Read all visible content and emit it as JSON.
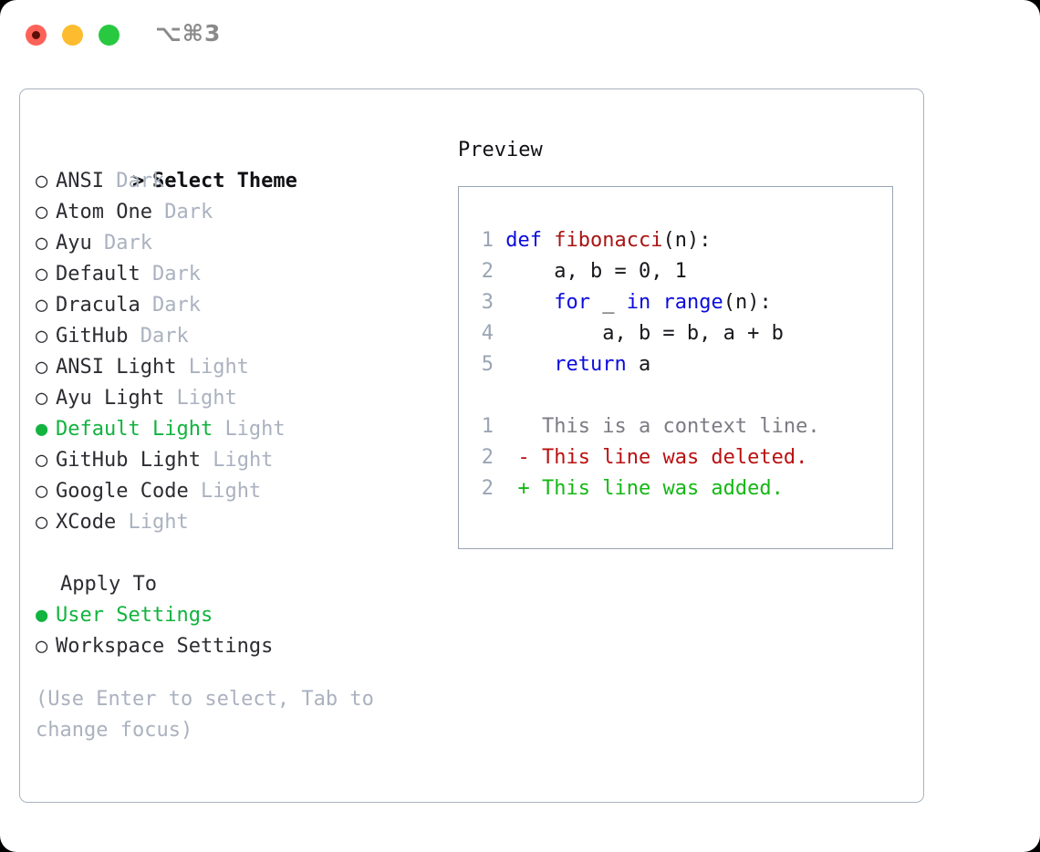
{
  "window": {
    "shortcut": "⌥⌘3",
    "traffic_lights": [
      {
        "name": "close",
        "color": "#fd6258"
      },
      {
        "name": "minimize",
        "color": "#fdbc2f"
      },
      {
        "name": "maximize",
        "color": "#29c841"
      }
    ]
  },
  "theme_picker": {
    "heading_marker": ">",
    "heading": "Select Theme",
    "marker_unselected": "○",
    "marker_selected": "●",
    "items": [
      {
        "name": "ANSI",
        "tag": "Dark",
        "selected": false
      },
      {
        "name": "Atom One",
        "tag": "Dark",
        "selected": false
      },
      {
        "name": "Ayu",
        "tag": "Dark",
        "selected": false
      },
      {
        "name": "Default",
        "tag": "Dark",
        "selected": false
      },
      {
        "name": "Dracula",
        "tag": "Dark",
        "selected": false
      },
      {
        "name": "GitHub",
        "tag": "Dark",
        "selected": false
      },
      {
        "name": "ANSI Light",
        "tag": "Light",
        "selected": false
      },
      {
        "name": "Ayu Light",
        "tag": "Light",
        "selected": false
      },
      {
        "name": "Default Light",
        "tag": "Light",
        "selected": true
      },
      {
        "name": "GitHub Light",
        "tag": "Light",
        "selected": false
      },
      {
        "name": "Google Code",
        "tag": "Light",
        "selected": false
      },
      {
        "name": "XCode",
        "tag": "Light",
        "selected": false
      }
    ]
  },
  "apply_to": {
    "heading": "Apply To",
    "options": [
      {
        "label": "User Settings",
        "selected": true
      },
      {
        "label": "Workspace Settings",
        "selected": false
      }
    ]
  },
  "hint": "(Use Enter to select, Tab to change focus)",
  "preview": {
    "title": "Preview",
    "code_lines": [
      {
        "num": "1",
        "tokens": [
          {
            "t": "def ",
            "c": "kw"
          },
          {
            "t": "fibonacci",
            "c": "fn"
          },
          {
            "t": "(n):",
            "c": "plain"
          }
        ]
      },
      {
        "num": "2",
        "tokens": [
          {
            "t": "    a, b = 0, 1",
            "c": "plain"
          }
        ]
      },
      {
        "num": "3",
        "tokens": [
          {
            "t": "    ",
            "c": "plain"
          },
          {
            "t": "for",
            "c": "kw"
          },
          {
            "t": " _ ",
            "c": "plain"
          },
          {
            "t": "in",
            "c": "kw"
          },
          {
            "t": " ",
            "c": "plain"
          },
          {
            "t": "range",
            "c": "kw"
          },
          {
            "t": "(n):",
            "c": "plain"
          }
        ]
      },
      {
        "num": "4",
        "tokens": [
          {
            "t": "        a, b = b, a + b",
            "c": "plain"
          }
        ]
      },
      {
        "num": "5",
        "tokens": [
          {
            "t": "    ",
            "c": "plain"
          },
          {
            "t": "return",
            "c": "kw"
          },
          {
            "t": " a",
            "c": "plain"
          }
        ]
      }
    ],
    "diff_lines": [
      {
        "num": "1",
        "sign": "  ",
        "text": "This is a context line.",
        "kind": "ctx"
      },
      {
        "num": "2",
        "sign": "- ",
        "text": "This line was deleted.",
        "kind": "del"
      },
      {
        "num": "2",
        "sign": "+ ",
        "text": "This line was added.",
        "kind": "add"
      }
    ]
  },
  "colors": {
    "accent_green": "#12b33f",
    "tag_gray": "#aab2bf",
    "keyword_blue": "#0b0bdd",
    "function_red": "#a81414",
    "diff_deleted": "#bb1010",
    "diff_added": "#14b814",
    "border": "#aab2bf"
  }
}
